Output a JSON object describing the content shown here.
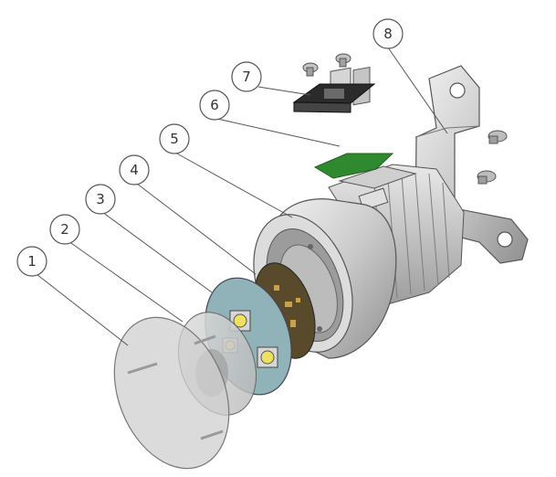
{
  "callouts": [
    {
      "label": "1",
      "part": "lens-cover"
    },
    {
      "label": "2",
      "part": "optic-lens"
    },
    {
      "label": "3",
      "part": "led-board"
    },
    {
      "label": "4",
      "part": "driver-board"
    },
    {
      "label": "5",
      "part": "heatsink-housing"
    },
    {
      "label": "6",
      "part": "connector-board"
    },
    {
      "label": "7",
      "part": "connector-cover"
    },
    {
      "label": "8",
      "part": "mounting-bracket"
    }
  ]
}
